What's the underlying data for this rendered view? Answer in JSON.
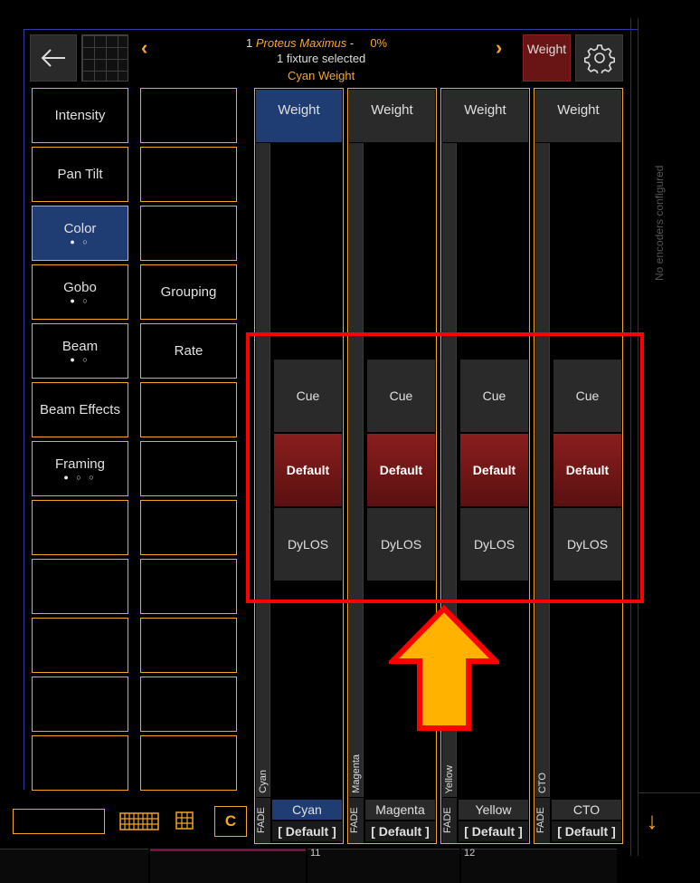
{
  "header": {
    "fixture_number": "1",
    "fixture_name": "Proteus Maximus",
    "separator": "-",
    "percent": "0%",
    "selection": "1 fixture selected",
    "parameter": "Cyan Weight",
    "weight_button": "Weight",
    "prev": "‹",
    "next": "›"
  },
  "categories_left": [
    {
      "label": "Intensity",
      "dots": ""
    },
    {
      "label": "Pan Tilt",
      "dots": ""
    },
    {
      "label": "Color",
      "dots": "● ○"
    },
    {
      "label": "Gobo",
      "dots": "● ○"
    },
    {
      "label": "Beam",
      "dots": "● ○"
    },
    {
      "label": "Beam Effects",
      "dots": ""
    },
    {
      "label": "Framing",
      "dots": "● ○ ○"
    },
    {
      "label": "",
      "dots": ""
    },
    {
      "label": "",
      "dots": ""
    },
    {
      "label": "",
      "dots": ""
    },
    {
      "label": "",
      "dots": ""
    },
    {
      "label": "",
      "dots": ""
    }
  ],
  "categories_right": [
    {
      "label": ""
    },
    {
      "label": ""
    },
    {
      "label": ""
    },
    {
      "label": "Grouping"
    },
    {
      "label": "Rate"
    },
    {
      "label": ""
    },
    {
      "label": ""
    },
    {
      "label": ""
    },
    {
      "label": ""
    },
    {
      "label": ""
    },
    {
      "label": ""
    },
    {
      "label": ""
    }
  ],
  "columns": [
    {
      "header": "Weight",
      "vlabel": "Cyan",
      "fade": "FADE",
      "name": "Cyan",
      "value": "[ Default ]",
      "options": [
        "Cue",
        "Default",
        "DyLOS"
      ]
    },
    {
      "header": "Weight",
      "vlabel": "Magenta",
      "fade": "FADE",
      "name": "Magenta",
      "value": "[ Default ]",
      "options": [
        "Cue",
        "Default",
        "DyLOS"
      ]
    },
    {
      "header": "Weight",
      "vlabel": "Yellow",
      "fade": "FADE",
      "name": "Yellow",
      "value": "[ Default ]",
      "options": [
        "Cue",
        "Default",
        "DyLOS"
      ]
    },
    {
      "header": "Weight",
      "vlabel": "CTO",
      "fade": "FADE",
      "name": "CTO",
      "value": "[ Default ]",
      "options": [
        "Cue",
        "Default",
        "DyLOS"
      ]
    }
  ],
  "encoders": "No encoders configured",
  "toolbar": {
    "c_button": "C",
    "down": "↓"
  },
  "strip_numbers": [
    "11",
    "12"
  ],
  "colors": {
    "accent": "#f5a623",
    "selected": "#1f3c73",
    "active_option": "#7a1a1a",
    "highlight": "#ff0000",
    "arrow": "#ffb300"
  }
}
